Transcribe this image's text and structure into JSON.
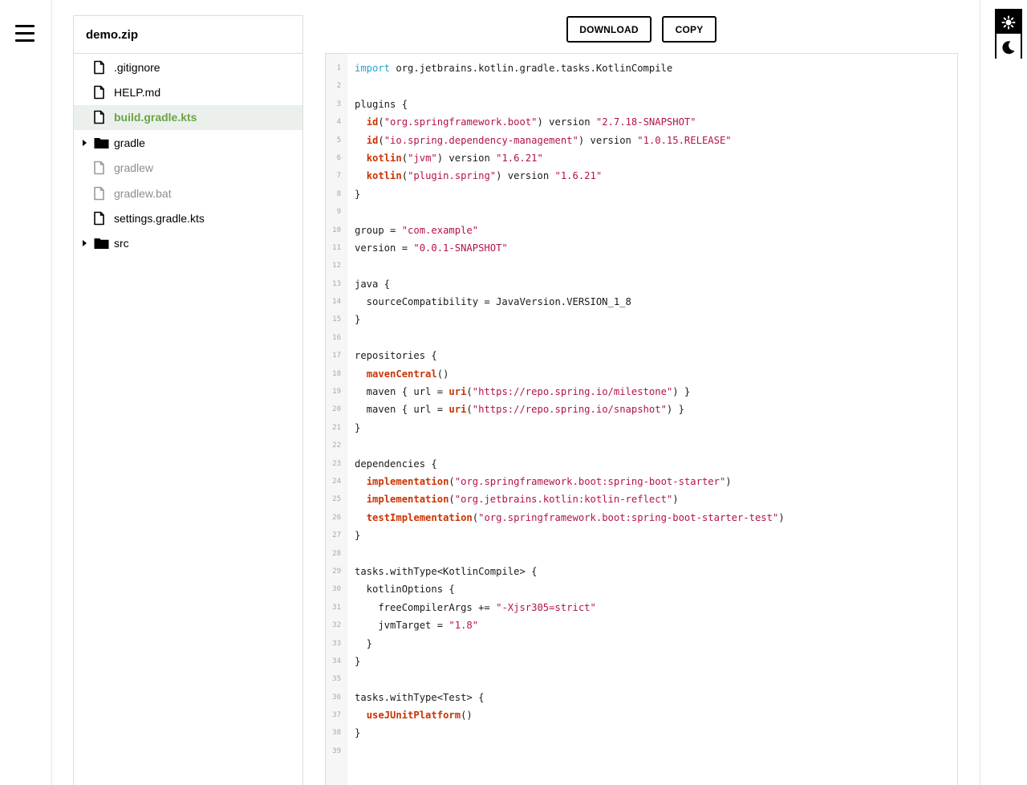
{
  "explorer": {
    "title": "demo.zip",
    "items": [
      {
        "name": ".gitignore",
        "kind": "file",
        "state": "normal"
      },
      {
        "name": "HELP.md",
        "kind": "file",
        "state": "normal"
      },
      {
        "name": "build.gradle.kts",
        "kind": "file",
        "state": "selected"
      },
      {
        "name": "gradle",
        "kind": "folder",
        "state": "collapsed"
      },
      {
        "name": "gradlew",
        "kind": "file",
        "state": "muted"
      },
      {
        "name": "gradlew.bat",
        "kind": "file",
        "state": "muted"
      },
      {
        "name": "settings.gradle.kts",
        "kind": "file",
        "state": "normal"
      },
      {
        "name": "src",
        "kind": "folder",
        "state": "collapsed"
      }
    ]
  },
  "toolbar": {
    "download_label": "DOWNLOAD",
    "copy_label": "COPY"
  },
  "theme": {
    "light_icon": "sun-icon",
    "dark_icon": "moon-icon"
  },
  "colors": {
    "selected_text": "#6ba543",
    "selected_bg": "#ebf0ed",
    "keyword": "#2aa0c9",
    "string": "#b3124e",
    "function": "#cc3300"
  },
  "code": {
    "lines": [
      [
        [
          "kw",
          "import"
        ],
        [
          "t",
          " org.jetbrains.kotlin.gradle.tasks.KotlinCompile"
        ]
      ],
      [],
      [
        [
          "t",
          "plugins {"
        ]
      ],
      [
        [
          "t",
          "  "
        ],
        [
          "fn",
          "id"
        ],
        [
          "t",
          "("
        ],
        [
          "str",
          "\"org.springframework.boot\""
        ],
        [
          "t",
          ") version "
        ],
        [
          "str",
          "\"2.7.18-SNAPSHOT\""
        ]
      ],
      [
        [
          "t",
          "  "
        ],
        [
          "fn",
          "id"
        ],
        [
          "t",
          "("
        ],
        [
          "str",
          "\"io.spring.dependency-management\""
        ],
        [
          "t",
          ") version "
        ],
        [
          "str",
          "\"1.0.15.RELEASE\""
        ]
      ],
      [
        [
          "t",
          "  "
        ],
        [
          "fn",
          "kotlin"
        ],
        [
          "t",
          "("
        ],
        [
          "str",
          "\"jvm\""
        ],
        [
          "t",
          ") version "
        ],
        [
          "str",
          "\"1.6.21\""
        ]
      ],
      [
        [
          "t",
          "  "
        ],
        [
          "fn",
          "kotlin"
        ],
        [
          "t",
          "("
        ],
        [
          "str",
          "\"plugin.spring\""
        ],
        [
          "t",
          ") version "
        ],
        [
          "str",
          "\"1.6.21\""
        ]
      ],
      [
        [
          "t",
          "}"
        ]
      ],
      [],
      [
        [
          "t",
          "group = "
        ],
        [
          "str",
          "\"com.example\""
        ]
      ],
      [
        [
          "t",
          "version = "
        ],
        [
          "str",
          "\"0.0.1-SNAPSHOT\""
        ]
      ],
      [],
      [
        [
          "t",
          "java {"
        ]
      ],
      [
        [
          "t",
          "  sourceCompatibility = JavaVersion.VERSION_1_8"
        ]
      ],
      [
        [
          "t",
          "}"
        ]
      ],
      [],
      [
        [
          "t",
          "repositories {"
        ]
      ],
      [
        [
          "t",
          "  "
        ],
        [
          "fn",
          "mavenCentral"
        ],
        [
          "t",
          "()"
        ]
      ],
      [
        [
          "t",
          "  maven { url = "
        ],
        [
          "fn",
          "uri"
        ],
        [
          "t",
          "("
        ],
        [
          "str",
          "\"https://repo.spring.io/milestone\""
        ],
        [
          "t",
          ") }"
        ]
      ],
      [
        [
          "t",
          "  maven { url = "
        ],
        [
          "fn",
          "uri"
        ],
        [
          "t",
          "("
        ],
        [
          "str",
          "\"https://repo.spring.io/snapshot\""
        ],
        [
          "t",
          ") }"
        ]
      ],
      [
        [
          "t",
          "}"
        ]
      ],
      [],
      [
        [
          "t",
          "dependencies {"
        ]
      ],
      [
        [
          "t",
          "  "
        ],
        [
          "fn",
          "implementation"
        ],
        [
          "t",
          "("
        ],
        [
          "str",
          "\"org.springframework.boot:spring-boot-starter\""
        ],
        [
          "t",
          ")"
        ]
      ],
      [
        [
          "t",
          "  "
        ],
        [
          "fn",
          "implementation"
        ],
        [
          "t",
          "("
        ],
        [
          "str",
          "\"org.jetbrains.kotlin:kotlin-reflect\""
        ],
        [
          "t",
          ")"
        ]
      ],
      [
        [
          "t",
          "  "
        ],
        [
          "fn",
          "testImplementation"
        ],
        [
          "t",
          "("
        ],
        [
          "str",
          "\"org.springframework.boot:spring-boot-starter-test\""
        ],
        [
          "t",
          ")"
        ]
      ],
      [
        [
          "t",
          "}"
        ]
      ],
      [],
      [
        [
          "t",
          "tasks.withType<KotlinCompile> {"
        ]
      ],
      [
        [
          "t",
          "  kotlinOptions {"
        ]
      ],
      [
        [
          "t",
          "    freeCompilerArgs += "
        ],
        [
          "str",
          "\"-Xjsr305=strict\""
        ]
      ],
      [
        [
          "t",
          "    jvmTarget = "
        ],
        [
          "str",
          "\"1.8\""
        ]
      ],
      [
        [
          "t",
          "  }"
        ]
      ],
      [
        [
          "t",
          "}"
        ]
      ],
      [],
      [
        [
          "t",
          "tasks.withType<Test> {"
        ]
      ],
      [
        [
          "t",
          "  "
        ],
        [
          "fn",
          "useJUnitPlatform"
        ],
        [
          "t",
          "()"
        ]
      ],
      [
        [
          "t",
          "}"
        ]
      ],
      []
    ]
  }
}
